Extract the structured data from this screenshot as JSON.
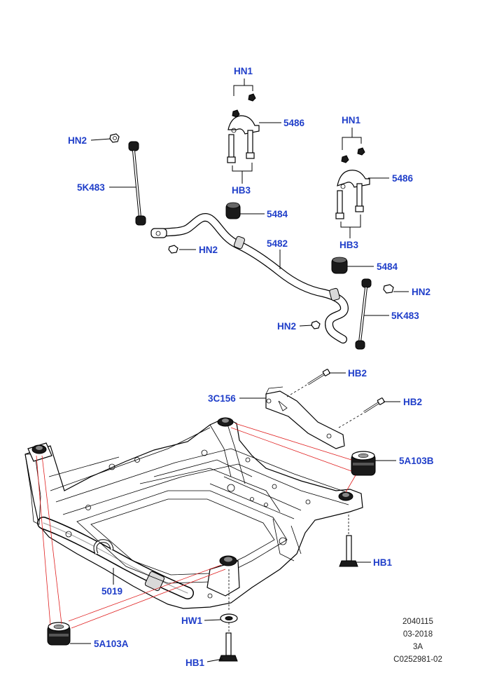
{
  "labels": {
    "hn1_a": "HN1",
    "hn1_b": "HN1",
    "hn2_a": "HN2",
    "hn2_b": "HN2",
    "hn2_c": "HN2",
    "hn2_d": "HN2",
    "p5486_a": "5486",
    "p5486_b": "5486",
    "hb3_a": "HB3",
    "hb3_b": "HB3",
    "p5k483_a": "5K483",
    "p5k483_b": "5K483",
    "p5484_a": "5484",
    "p5484_b": "5484",
    "p5482": "5482",
    "hb2_a": "HB2",
    "hb2_b": "HB2",
    "p3c156": "3C156",
    "p5a103b": "5A103B",
    "p5a103a": "5A103A",
    "hb1_a": "HB1",
    "hb1_b": "HB1",
    "p5019": "5019",
    "hw1": "HW1"
  },
  "meta": {
    "line1": "2040115",
    "line2": "03-2018",
    "line3": "3A",
    "line4": "C0252981-02"
  },
  "colors": {
    "label": "#1f3ec9",
    "leader": "#000000",
    "alignment": "#e02020"
  }
}
